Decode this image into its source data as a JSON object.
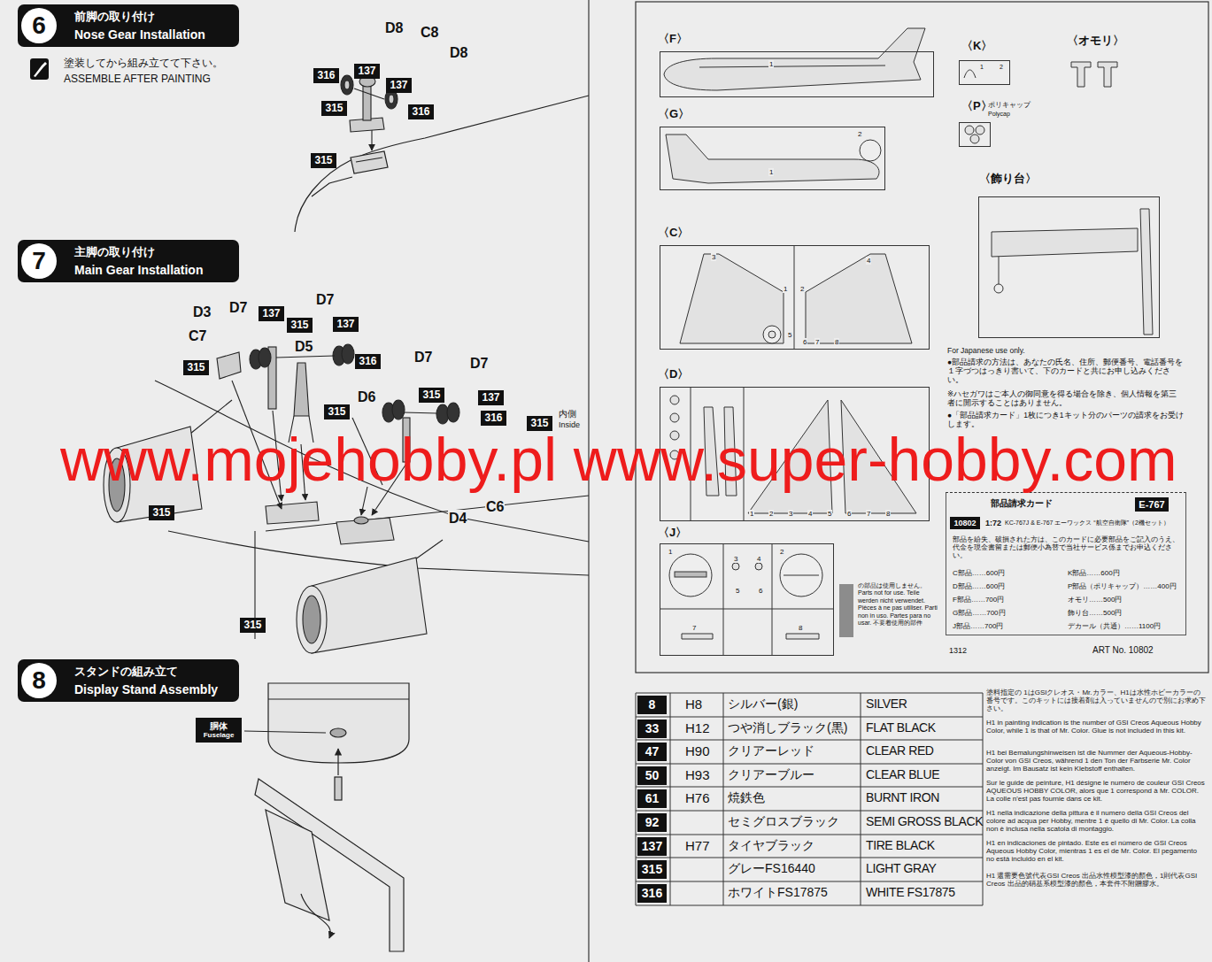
{
  "diagram": {
    "nodes": [
      {
        "text": [
          "前脚の取り付け",
          "Nose Gear Installation"
        ]
      },
      {
        "text": [
          "6"
        ],
        "in": 0
      },
      {
        "text": [
          "137"
        ]
      },
      {
        "text": [
          "316"
        ]
      },
      {
        "text": [
          "137"
        ]
      },
      {
        "text": [
          "315"
        ]
      },
      {
        "text": [
          "316"
        ]
      },
      {
        "text": [
          "315"
        ]
      },
      {
        "text": [
          "主脚の取り付け",
          "Main Gear Installation"
        ]
      },
      {
        "text": [
          "7"
        ],
        "in": 8
      },
      {
        "text": [
          "137"
        ]
      },
      {
        "text": [
          "315"
        ]
      },
      {
        "text": [
          "137"
        ]
      },
      {
        "text": [
          "315"
        ]
      },
      {
        "text": [
          "316"
        ]
      },
      {
        "text": [
          "315"
        ]
      },
      {
        "text": [
          "315"
        ]
      },
      {
        "text": [
          "137"
        ]
      },
      {
        "text": [
          "316"
        ]
      },
      {
        "text": [
          "315"
        ]
      },
      {
        "text": [
          "315"
        ]
      },
      {
        "text": [
          "315"
        ]
      },
      {
        "text": [
          "スタンドの組み立て",
          "Display Stand Assembly"
        ]
      },
      {
        "text": [
          "8"
        ],
        "in": 22
      },
      {
        "text": [
          "胴体",
          "Fuselage"
        ]
      },
      {
        "text": [
          "〈F〉",
          "1"
        ]
      },
      {
        "text": [
          "〈G〉",
          "1",
          "2"
        ]
      },
      {
        "text": [
          "〈C〉",
          "3",
          "1",
          "2",
          "4",
          "5",
          "6",
          "7",
          "8"
        ]
      },
      {
        "text": [
          "〈D〉",
          "1",
          "2",
          "3",
          "4",
          "5",
          "6",
          "7",
          "8"
        ]
      },
      {
        "text": [
          "〈J〉",
          "1",
          "3",
          "4",
          "2",
          "5",
          "6",
          "7",
          "8"
        ]
      },
      {
        "text": [
          "〈K〉",
          "1",
          "2"
        ]
      },
      {
        "text": [
          "〈P〉",
          "ポリキャップ",
          "Polycap"
        ]
      },
      {
        "text": [
          "〈飾り台〉"
        ]
      },
      {
        "text": [
          "部品請求カード",
          "1:72",
          "KC-767J & E-767 エーワックス “航空自衛隊”（2機セット）",
          "部品を紛失、破損された方は、このカードに必要部品をご記入のうえ、代金を現金書留または郵便小為替で当社サービス係までお申込ください。",
          "C部品……600円",
          "K部品……600円",
          "D部品……600円",
          "P部品（ポリキャップ）……400円",
          "F部品……700円",
          "オモリ……500円",
          "G部品……700円",
          "飾り台……500円",
          "J部品……700円",
          "デカール（共通）……1100円"
        ]
      },
      {
        "text": [
          "E-767"
        ],
        "in": 33
      },
      {
        "text": [
          "10802"
        ],
        "in": 33
      },
      {
        "text": [
          "8"
        ]
      },
      {
        "text": [
          "33"
        ]
      },
      {
        "text": [
          "47"
        ]
      },
      {
        "text": [
          "50"
        ]
      },
      {
        "text": [
          "61"
        ]
      },
      {
        "text": [
          "92"
        ]
      },
      {
        "text": [
          "137"
        ]
      },
      {
        "text": [
          "315"
        ]
      },
      {
        "text": [
          "316"
        ]
      }
    ],
    "labels": [
      "塗装してから組み立てて下さい。",
      "ASSEMBLE AFTER PAINTING",
      "D8",
      "C8",
      "D8",
      "D3",
      "D7",
      "D7",
      "C7",
      "D5",
      "D7",
      "D7",
      "D6",
      "内側",
      "Inside",
      "C6",
      "D4",
      "www.mojehobby.pl www.super-hobby.com",
      "〈オモリ〉",
      "For Japanese use only.",
      "●部品請求の方法は、あなたの氏名、住所、郵便番号、電話番号を１字づつはっきり書いて、下のカードと共にお申し込みください。",
      "※ハセガワはご本人の御同意を得る場合を除き、個人情報を第三者に開示することはありません。",
      "●「部品請求カード」1枚につき1キット分のパーツの請求をお受けします。",
      "1312",
      "ART No. 10802",
      "H8",
      "シルバー(銀)",
      "SILVER",
      "H12",
      "つや消しブラック(黒)",
      "FLAT BLACK",
      "H90",
      "クリアーレッド",
      "CLEAR RED",
      "H93",
      "クリアーブルー",
      "CLEAR BLUE",
      "H76",
      "焼鉄色",
      "BURNT IRON",
      "セミグロスブラック",
      "SEMI GROSS BLACK",
      "H77",
      "タイヤブラック",
      "TIRE BLACK",
      "グレーFS16440",
      "LIGHT GRAY",
      "ホワイトFS17875",
      "WHITE FS17875",
      "塗料指定の 1はGSIクレオス・Mr.カラー、H1は水性ホビーカラーの番号です。このキットには接着剤は入っていませんので別にお求め下さい。",
      "H1 in painting indication is the number of GSI Creos Aqueous Hobby Color, while 1 is that of Mr. Color. Glue is not included in this kit.",
      "H1 bei Bemalungshinweisen ist die Nummer der Aqueous-Hobby-Color von GSI Creos, während 1 den Ton der Farbserie Mr. Color anzeigt. Im Bausatz ist kein Klebstoff enthalten.",
      "Sur le guide de peinture, H1 désigne le numéro de couleur GSI Creos AQUEOUS HOBBY COLOR, alors que 1 correspond à Mr. COLOR. La colle n'est pas fournie dans ce kit.",
      "H1 nella indicazione della pittura è il numero della GSI Creos del colore ad acqua per Hobby, mentre 1 è quello di Mr. Color. La colla non è inclusa nella scatola di montaggio.",
      "H1 en indicaciones de pintado. Este es el número de GSI Creos Aqueous Hobby Color, mientras 1 es el de Mr. Color. El pegamento no está incluido en el kit.",
      "H1 還需要色號代表GSI Creos 出品水性模型漆的顏色，1則代表GSI Creos 出品的硝基系模型漆的顏色，本套件不附贈膠水。"
    ],
    "legend": [
      {
        "text": "の部品は使用しません。 Parts not for use. Teile werden nicht verwendet. Pièces à ne pas utiliser. Parti non in uso. Partes para no usar. 不要着使用的部件",
        "color": "#8c8c8c"
      }
    ]
  }
}
